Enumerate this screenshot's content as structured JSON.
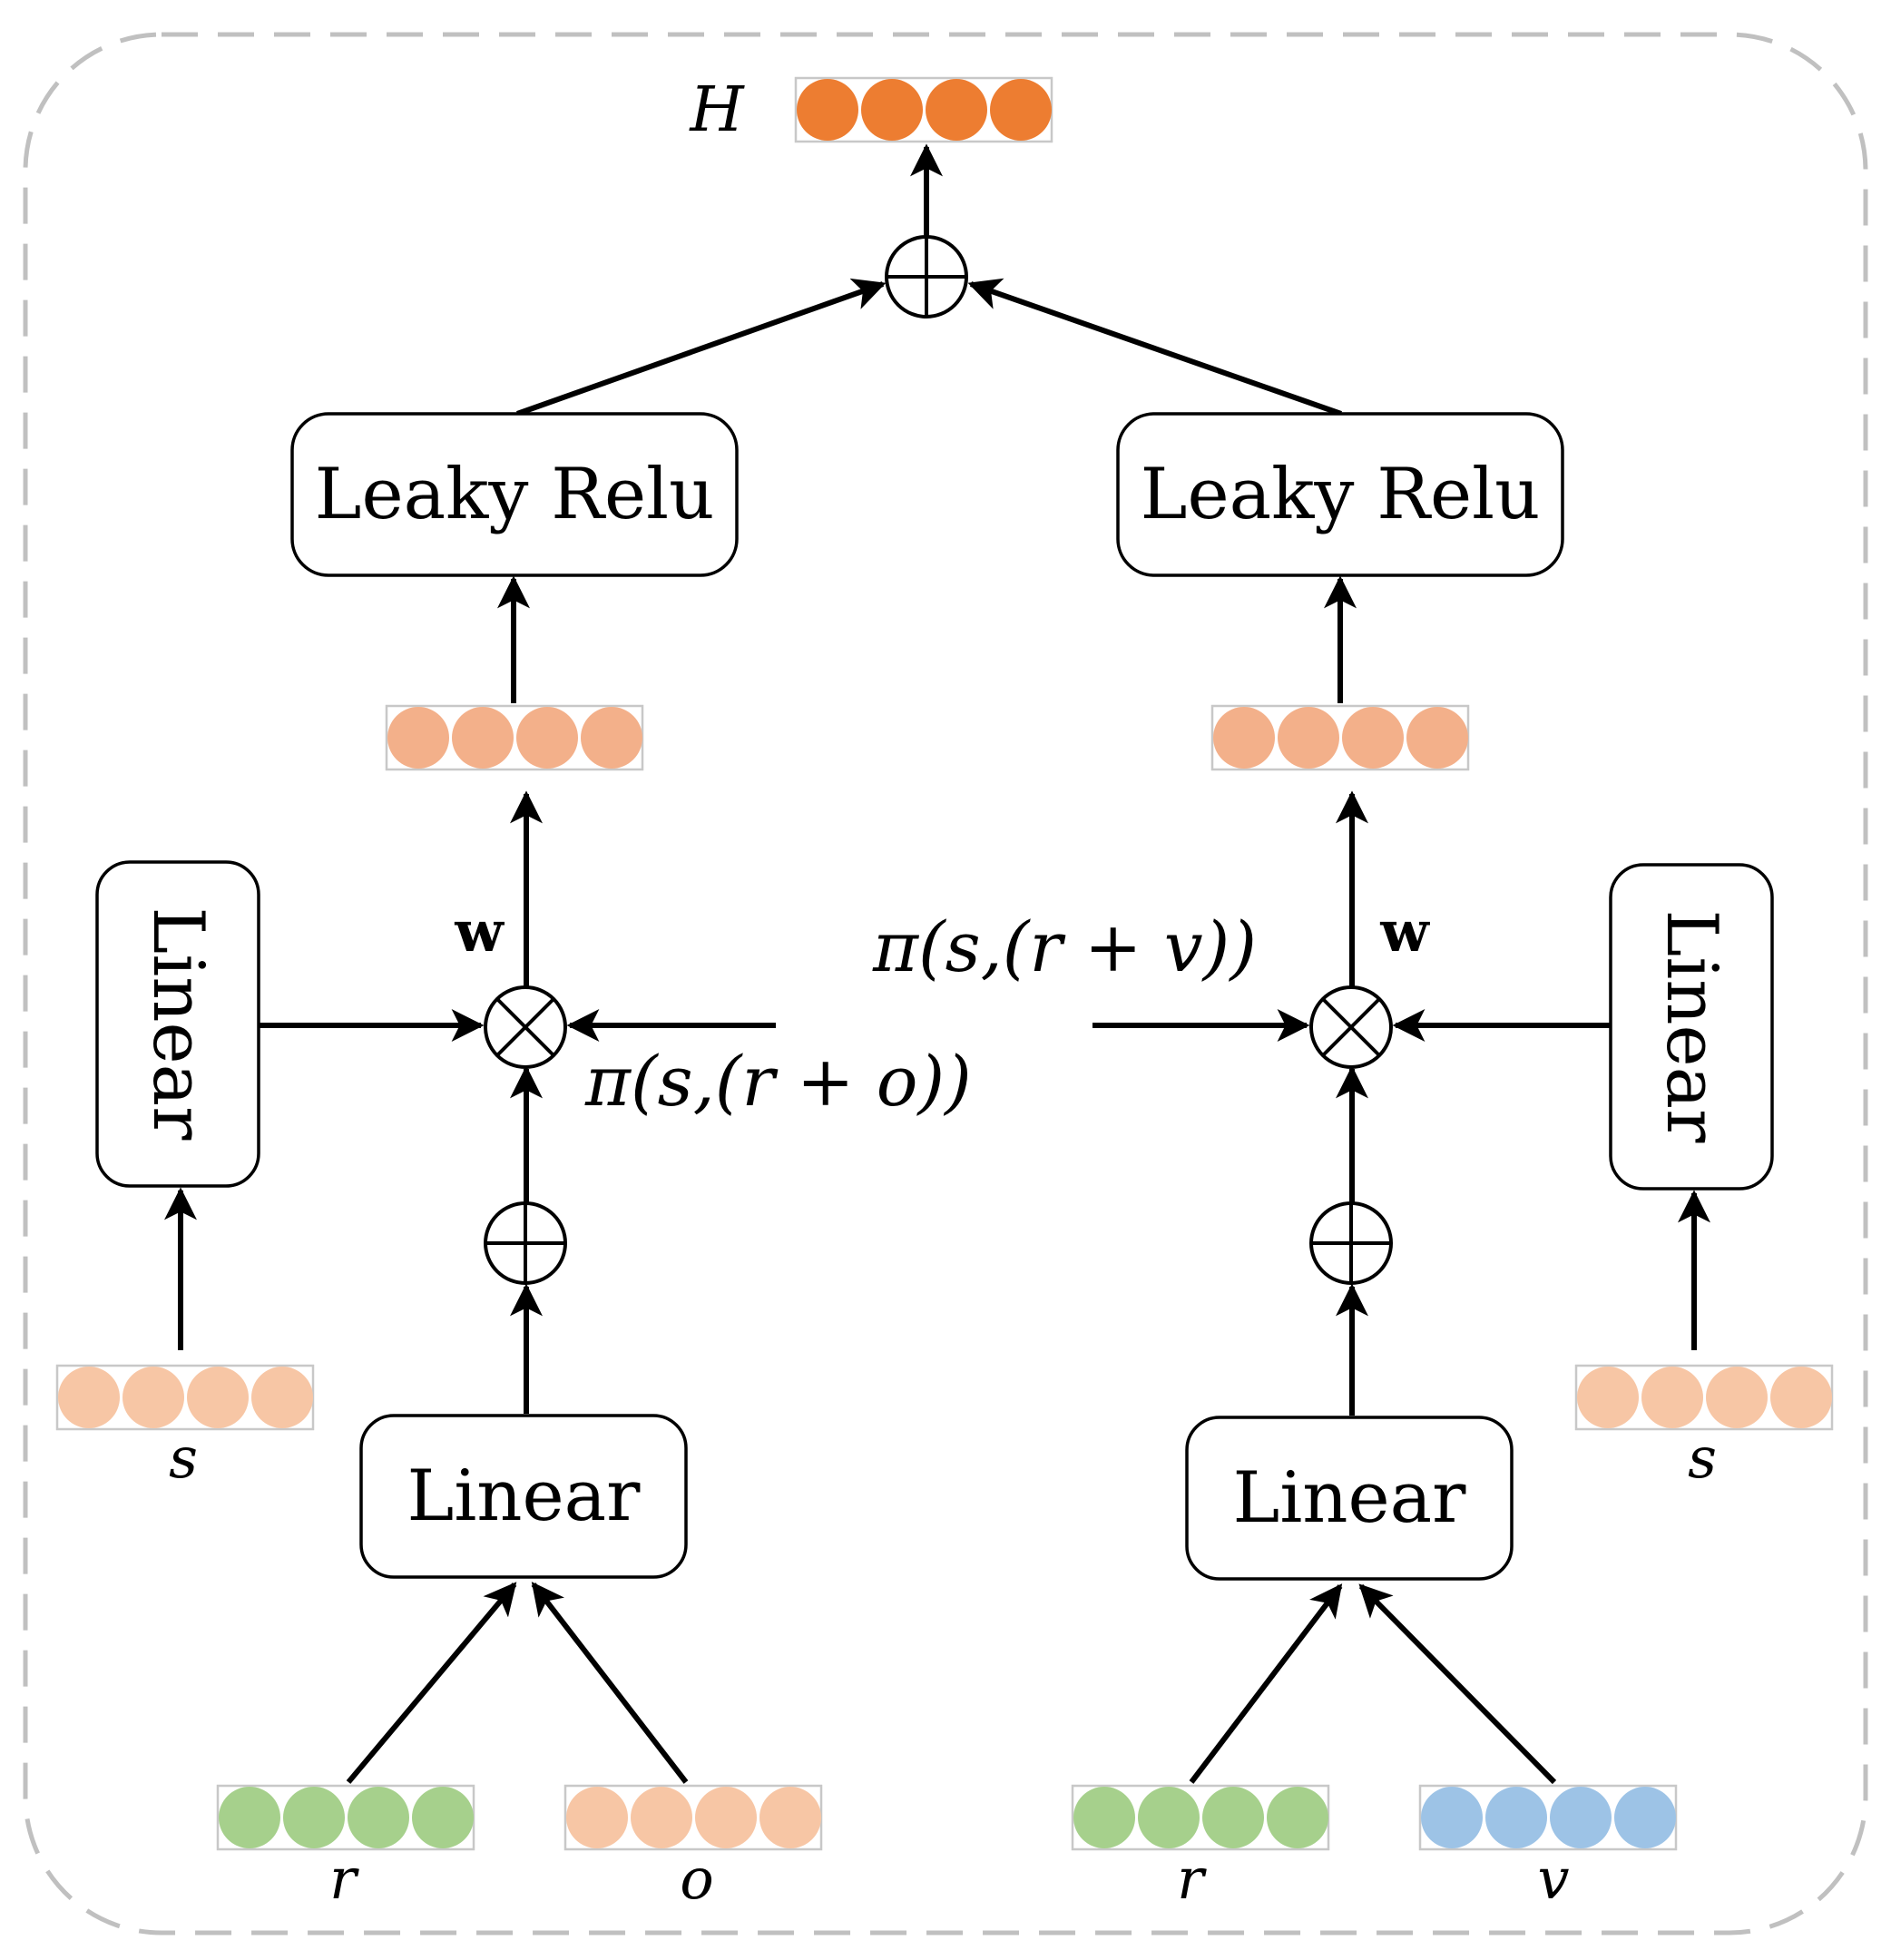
{
  "colors": {
    "output_vector": "#ED7D31",
    "hidden_vector": "#F3B08A",
    "entity_vector": "#F7C6A5",
    "relation_vector": "#A6D08C",
    "value_vector": "#9DC3E6",
    "frame_border": "#c8c8c8"
  },
  "output": {
    "label": "H"
  },
  "left": {
    "leaky_relu_label": "Leaky Relu",
    "linear_s_label": "Linear",
    "linear_ro_label": "Linear",
    "w_label": "w",
    "pi_label": "π(s,(r + o))",
    "s_label": "s",
    "r_label": "r",
    "o_label": "o"
  },
  "right": {
    "leaky_relu_label": "Leaky Relu",
    "linear_s_label": "Linear",
    "linear_rv_label": "Linear",
    "w_label": "w",
    "pi_label": "π(s,(r + v))",
    "s_label": "s",
    "r_label": "r",
    "v_label": "v"
  },
  "icons": {
    "sum": "circle-plus-icon",
    "product": "circle-times-icon",
    "arrow": "arrowhead-icon"
  }
}
